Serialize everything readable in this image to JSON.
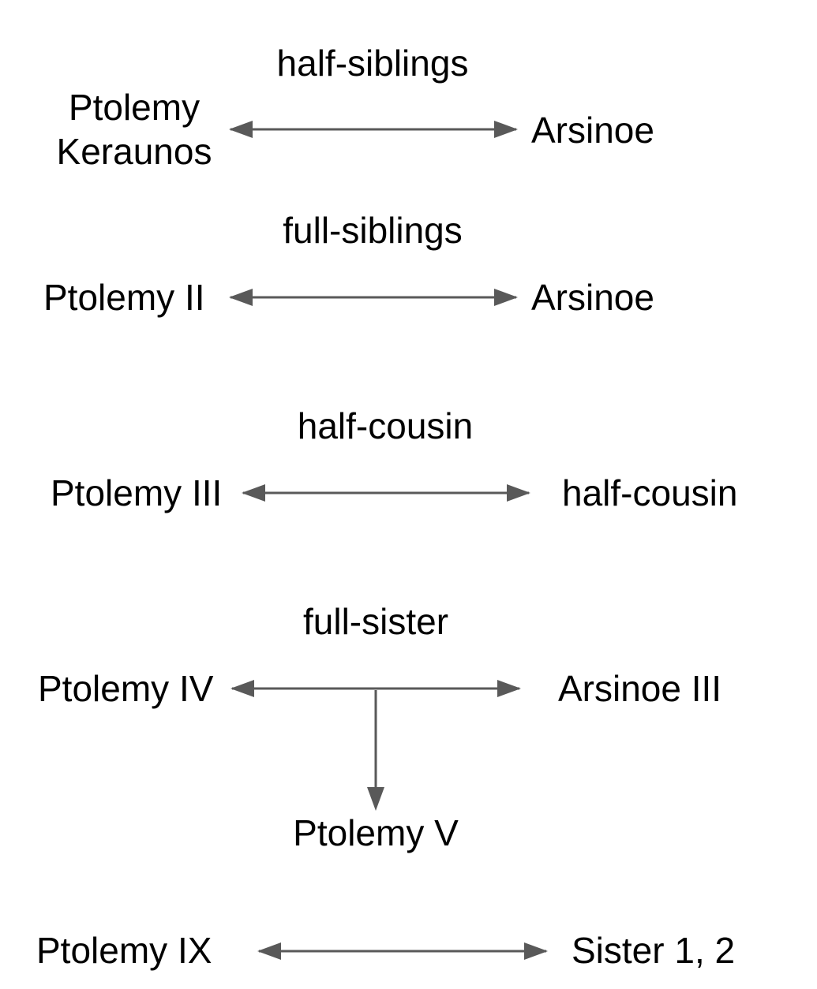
{
  "rows": [
    {
      "relation": "half-siblings",
      "left_line1": "Ptolemy",
      "left_line2": "Keraunos",
      "right": "Arsinoe"
    },
    {
      "relation": "full-siblings",
      "left": "Ptolemy II",
      "right": "Arsinoe"
    },
    {
      "relation": "half-cousin",
      "left": "Ptolemy III",
      "right": "half-cousin"
    },
    {
      "relation": "full-sister",
      "left": "Ptolemy IV",
      "right": "Arsinoe III",
      "child": "Ptolemy V"
    },
    {
      "left": "Ptolemy IX",
      "right": "Sister 1, 2"
    }
  ],
  "colors": {
    "arrow": "#595959",
    "text": "#000000",
    "background": "#ffffff"
  }
}
